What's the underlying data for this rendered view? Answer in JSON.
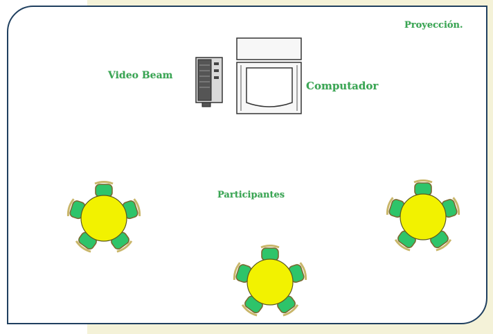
{
  "labels": {
    "projection": "Proyección.",
    "video_beam": "Video Beam",
    "computer": "Computador",
    "participants": "Participantes"
  },
  "colors": {
    "label_green": "#3aa654",
    "table_yellow": "#f2f200",
    "chair_green": "#2ec46a",
    "frame_border": "#1f3f5f",
    "backdrop": "#f4f2d8"
  },
  "icons": [
    "video-beam-icon",
    "computer-icon",
    "round-table-icon",
    "chair-icon"
  ]
}
